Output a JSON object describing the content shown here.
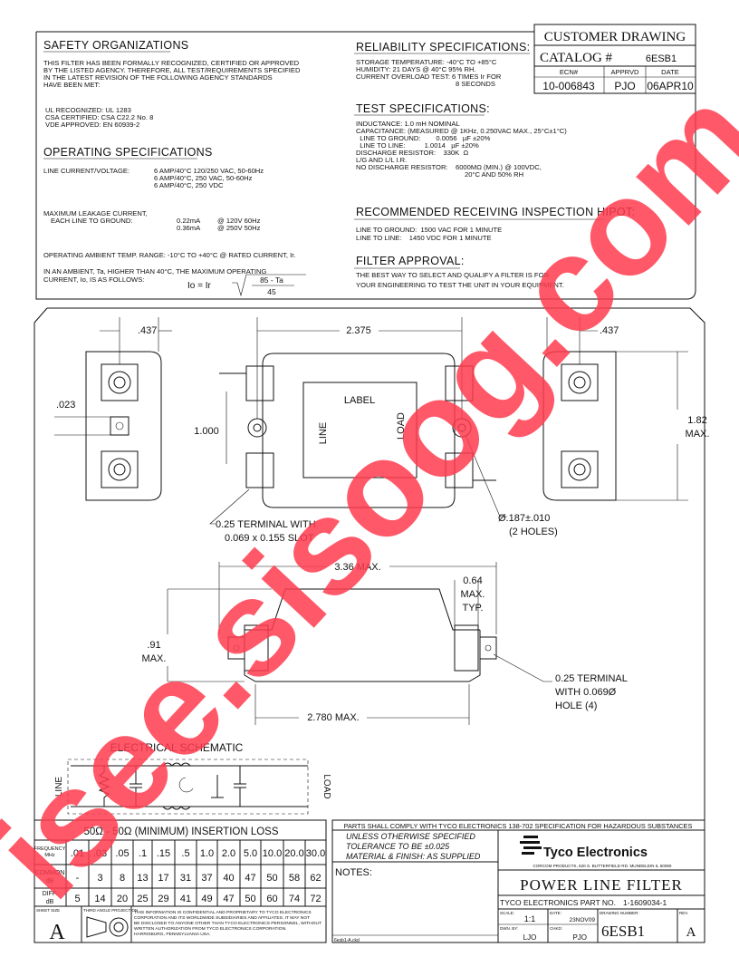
{
  "title_block": {
    "customer_drawing": "CUSTOMER DRAWING",
    "catalog_label": "CATALOG #",
    "catalog_value": "6ESB1",
    "ecn_header": "ECN#",
    "apprvd_header": "APPRVD",
    "date_header": "DATE",
    "ecn_value": "10-006843",
    "apprvd_value": "PJO",
    "date_value": "06APR10"
  },
  "safety": {
    "heading": "SAFETY ORGANIZATIONS",
    "para": [
      "THIS FILTER HAS BEEN FORMALLY RECOGNIZED, CERTIFIED OR APPROVED",
      "BY THE LISTED AGENCY. THEREFORE, ALL TEST/REQUIREMENTS SPECIFIED",
      "IN THE LATEST REVISION OF THE FOLLOWING AGENCY STANDARDS",
      "HAVE BEEN MET:"
    ],
    "agencies": [
      "UL RECOGNIZED: UL 1283",
      "CSA CERTIFIED: CSA C22.2 No. 8",
      "VDE APPROVED:  EN 60939-2"
    ]
  },
  "operating": {
    "heading": "OPERATING SPECIFICATIONS",
    "line_label": "LINE CURRENT/VOLTAGE:",
    "line_values": [
      "6  AMP/40°C 120/250 VAC, 50-60Hz",
      "6  AMP/40°C, 250 VAC, 50-60Hz",
      "6  AMP/40°C, 250 VDC"
    ],
    "leak_label1": "MAXIMUM LEAKAGE CURRENT,",
    "leak_label2": "EACH LINE TO GROUND:",
    "leak_values": [
      {
        "current": "0.22mA",
        "cond": "@ 120V 60Hz"
      },
      {
        "current": "0.36mA",
        "cond": "@ 250V 50Hz"
      }
    ],
    "ambient": "OPERATING AMBIENT TEMP. RANGE: -10°C TO +40°C @ RATED CURRENT, Ir.",
    "derate1": "IN AN AMBIENT, Ta, HIGHER THAN 40°C, THE MAXIMUM OPERATING",
    "derate2": "CURRENT, Io, IS AS FOLLOWS:",
    "formula_lhs": "Io = Ir",
    "formula_num": "85 - Ta",
    "formula_den": "45"
  },
  "reliability": {
    "heading": "RELIABILITY SPECIFICATIONS:",
    "lines": [
      "STORAGE TEMPERATURE: -40°C TO +85°C",
      "HUMIDITY:  21 DAYS @ 40°C 95% RH.",
      "CURRENT OVERLOAD TEST: 6 TIMES Ir FOR"
    ],
    "cont": "8 SECONDS"
  },
  "test": {
    "heading": "TEST SPECIFICATIONS:",
    "lines": [
      "INDUCTANCE: 1.0 mH   NOMINAL",
      "CAPACITANCE: (MEASURED @ 1KHz, 0.250VAC MAX., 25°C±1°C)",
      "  LINE TO GROUND:        0.0056   µF ±20%",
      "  LINE TO LINE:          1.0014   µF ±20%",
      "DISCHARGE RESISTOR:    330K  Ω",
      "L/G AND L/L I.R.",
      "NO DISCHARGE RESISTOR:    6000MΩ (MIN.) @ 100VDC,"
    ],
    "cont": "20°C AND 50% RH"
  },
  "hipot": {
    "heading": "RECOMMENDED RECEIVING INSPECTION HIPOT:",
    "lines": [
      "LINE TO GROUND:  1500 VAC FOR 1 MINUTE",
      "LINE TO LINE:    1450 VDC FOR 1 MINUTE"
    ]
  },
  "approval": {
    "heading": "FILTER APPROVAL:",
    "lines": [
      "THE BEST WAY TO SELECT AND QUALIFY A FILTER IS FOR",
      "YOUR ENGINEERING TO TEST THE UNIT IN YOUR EQUIPMENT."
    ]
  },
  "dims": {
    "d437_left": ".437",
    "d2375": "2.375",
    "d437_right": ".437",
    "d023": ".023",
    "d1000": "1.000",
    "label": "LABEL",
    "line": "LINE",
    "load": "LOAD",
    "d182": "1.82",
    "max": "MAX.",
    "terminal_slot": [
      "0.25 TERMINAL WITH",
      "0.069 x 0.155 SLOT"
    ],
    "holes": [
      "Ø.187±.010",
      "(2 HOLES)"
    ],
    "d336": "3.36 MAX.",
    "d064": [
      "0.64",
      "MAX.",
      "TYP."
    ],
    "d091": [
      ".91",
      "MAX."
    ],
    "terminal_hole": [
      "0.25 TERMINAL",
      "WITH 0.069Ø",
      "HOLE (4)"
    ],
    "d2780": "2.780 MAX."
  },
  "schematic": {
    "title": "ELECTRICAL SCHEMATIC",
    "line": "LINE",
    "load": "LOAD"
  },
  "insertion_loss": {
    "title": "50Ω - 50Ω (MINIMUM) INSERTION LOSS",
    "row_labels": [
      [
        "FREQUENCY",
        "MHz"
      ],
      [
        "COMMON",
        "dB"
      ],
      [
        "DIFF.",
        "dB"
      ]
    ],
    "frequency": [
      ".01",
      ".03",
      ".05",
      ".1",
      ".15",
      ".5",
      "1.0",
      "2.0",
      "5.0",
      "10.0",
      "20.0",
      "30.0"
    ],
    "common": [
      "-",
      "3",
      "8",
      "13",
      "17",
      "31",
      "37",
      "40",
      "47",
      "50",
      "58",
      "62"
    ],
    "diff": [
      "5",
      "14",
      "20",
      "25",
      "29",
      "41",
      "49",
      "47",
      "50",
      "60",
      "74",
      "72"
    ]
  },
  "footer": {
    "sheet_size_label": "SHEET SIZE",
    "sheet_size": "A",
    "projection_label": "THIRD ANGLE PROJECTION",
    "confidential": [
      "THIS INFORMATION IS CONFIDENTIAL AND PROPRIETARY TO TYCO ELECTRONICS",
      "CORPORATION AND ITS WORLDWIDE SUBSIDIARIES AND AFFILIATES. IT MAY NOT",
      "BE DISCLOSED TO ANYONE OTHER THAN TYCO ELECTRONICS PERSONNEL, WITHOUT",
      "WRITTEN  AUTHORIZATION FROM TYCO ELECTRONICS CORPORATION.",
      "HARRISBURG, PENNSYLVANIA USA."
    ],
    "compliance": "PARTS SHALL COMPLY WITH TYCO ELECTRONICS 138-702 SPECIFICATION FOR HAZARDOUS SUBSTANCES",
    "tolerance": [
      "UNLESS OTHERWISE SPECIFIED",
      "TOLERANCE TO BE ±0.025",
      "MATERIAL & FINISH: AS SUPPLIED"
    ],
    "notes_label": "NOTES:",
    "file_name": "6esb1-A.ckd",
    "company": "Tyco Electronics",
    "address": "CORCOM PRODUCTS, 620 S. BUTTERFIELD RD. MUNDELEIN IL 60060",
    "product": "POWER LINE FILTER",
    "part_no_label": "TYCO ELECTRONICS PART NO.",
    "part_no": "1-1609034-1",
    "scale_label": "SCALE:",
    "scale": "1:1",
    "date_label": "DATE:",
    "date": "23NOV09",
    "drawing_number_label": "DRAWING NUMBER:",
    "drawing_number": "6ESB1",
    "rev_label": "REV.",
    "rev": "A",
    "dwn_label": "DWN. BY:",
    "dwn": "LJO",
    "chk_label": "CHKD:",
    "chk": "PJO"
  },
  "watermark": "isee.sisoog.com"
}
